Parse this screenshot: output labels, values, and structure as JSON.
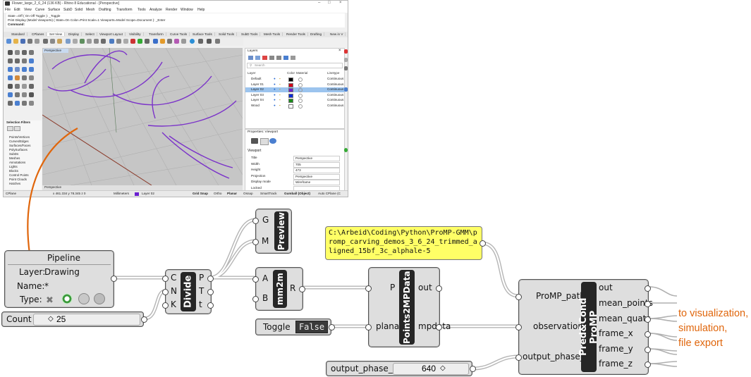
{
  "rhino": {
    "title": "Flower_large_2_6_24 (136 KB) - Rhino 8 Educational - [Perspective]",
    "menu": [
      "File",
      "Edit",
      "View",
      "Curve",
      "Surface",
      "SubD",
      "Solid",
      "Mesh",
      "Drafting",
      "Transform",
      "Tools",
      "Analyze",
      "Render",
      "Window",
      "Help"
    ],
    "command_history": [
      "State =Off ( On  Off  Toggle ): _Toggle",
      "Print Display (Model Viewports) ( State=On  Color=Print  Scale=1  Viewports=Model  Scope=Document ): _Enter",
      "Command:"
    ],
    "toolbar_tabs": [
      "Standard",
      "CPlanes",
      "Set View",
      "Display",
      "Select",
      "Viewport Layout",
      "Visibility",
      "Transform",
      "Curve Tools",
      "Surface Tools",
      "Solid Tools",
      "SubD Tools",
      "Mesh Tools",
      "Render Tools",
      "Drafting",
      "New in V"
    ],
    "viewport_tab": "Perspective",
    "viewport_bottom_tab": "Perspective",
    "selection_filters_title": "Selection Filters",
    "selection_filters": [
      "Points/Vertices",
      "Curves/Edges",
      "Surfaces/Faces",
      "PolySurfaces",
      "SubDs",
      "Meshes",
      "Annotations",
      "Lights",
      "Blocks",
      "Control Points",
      "Point Clouds",
      "Hatches"
    ],
    "layers_panel": {
      "title": "Layers",
      "search_placeholder": "Search",
      "headers": {
        "layer": "Layer",
        "color": "Color",
        "material": "Material",
        "linetype": "Linetype"
      },
      "rows": [
        {
          "name": "Default",
          "color": "#000000",
          "linetype": "Continuous"
        },
        {
          "name": "Layer 01",
          "color": "#d0001a",
          "linetype": "Continuous"
        },
        {
          "name": "Layer 02",
          "color": "#6a1fd0",
          "linetype": "Continuous"
        },
        {
          "name": "Layer 03",
          "color": "#0a2bd6",
          "linetype": "Continuous"
        },
        {
          "name": "Layer 04",
          "color": "#1a8a1a",
          "linetype": "Continuous"
        },
        {
          "name": "Wood",
          "color": "#ffffff",
          "linetype": "Continuous"
        }
      ],
      "selected_row": 2
    },
    "properties_panel": {
      "title": "Properties: Viewport",
      "section": "Viewport",
      "rows": [
        {
          "label": "Title",
          "value": "Perspective"
        },
        {
          "label": "Width",
          "value": "705"
        },
        {
          "label": "Height",
          "value": "473"
        },
        {
          "label": "Projection",
          "value": "Perspective"
        },
        {
          "label": "Display mode",
          "value": "Wireframe"
        },
        {
          "label": "Locked",
          "value": ""
        }
      ]
    },
    "status_bar": {
      "cplane": "CPlane",
      "coords": "x 461.334   y 78.345   z 0",
      "units": "Millimeters",
      "layer": "Layer 02",
      "toggles": [
        "Grid Snap",
        "Ortho",
        "Planar",
        "Osnap",
        "SmartTrack",
        "Gumball (Object)",
        "Auto CPlane (C"
      ]
    }
  },
  "gh": {
    "pipeline": {
      "title": "Pipeline",
      "layer_label": "Layer:",
      "layer_value": "Drawing",
      "name_label": "Name:",
      "name_value": "*",
      "type_label": "Type:"
    },
    "count": {
      "label": "Count",
      "value": "25"
    },
    "divide": {
      "name": "Divide",
      "inputs": [
        "C",
        "N",
        "K"
      ],
      "outputs": [
        "P",
        "T",
        "t"
      ]
    },
    "preview": {
      "name": "Preview",
      "inputs": [
        "G",
        "M"
      ]
    },
    "mm2m": {
      "name": "mm2m",
      "inputs": [
        "A",
        "B"
      ],
      "outputs": [
        "R"
      ]
    },
    "toggle": {
      "label": "Toggle",
      "value": "False"
    },
    "panel_path": "C:\\Arbeid\\Coding\\Python\\ProMP-GMM\\promp_carving_demos_3_6_24_trimmed_aligned_15bf_3c_alphale-5",
    "points2mpdata": {
      "name": "Points2MPData",
      "inputs": [
        "P",
        "planar"
      ],
      "outputs": [
        "out",
        "mpdata"
      ]
    },
    "predcond": {
      "name": "Pred&Cond ProMP",
      "inputs": [
        "ProMP_path",
        "observations",
        "output_phase_n"
      ],
      "outputs": [
        "out",
        "mean_points",
        "mean_quats",
        "frame_x",
        "frame_y",
        "frame_z"
      ]
    },
    "output_phase": {
      "label": "output_phase_n",
      "value": "640"
    }
  },
  "annotation": [
    "to visualization,",
    "simulation,",
    "file export"
  ],
  "colors": {
    "accent": "#e0660c",
    "curve": "#7b33c9",
    "panel": "#ffff66"
  }
}
